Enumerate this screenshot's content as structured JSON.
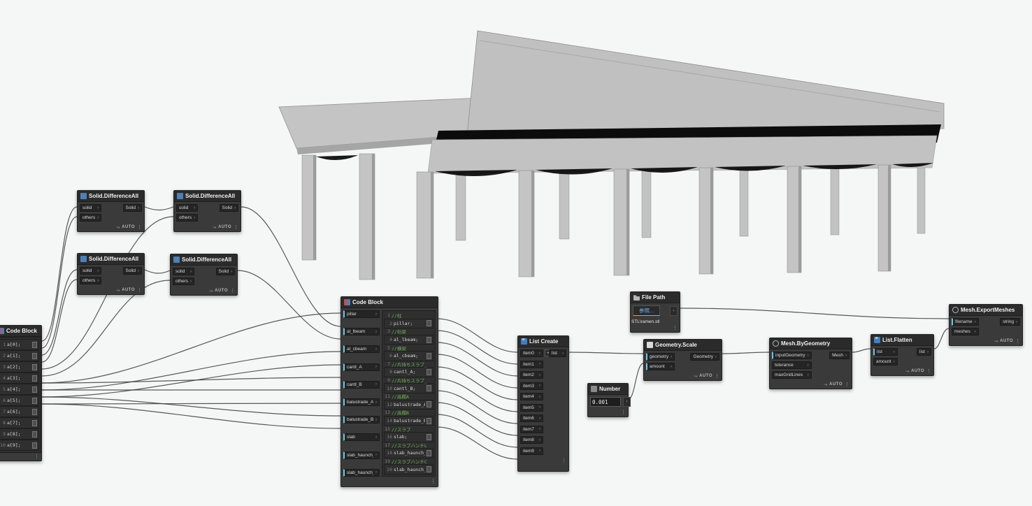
{
  "colors": {
    "canvas_bg": "#f5f6f6",
    "node_bg": "#3a3a3a",
    "node_header": "#2b2b2b",
    "wire": "#3c3c3c",
    "model_gray": "#c2c2c2",
    "accent_blue": "#6ec6e7",
    "comment_green": "#6fae5a"
  },
  "ui": {
    "port_arrow": "›",
    "kebab": "⋮",
    "plus": "+",
    "minus": "−",
    "lacing_icon": "↝"
  },
  "nodes": {
    "code_block_left": {
      "title": "Code Block",
      "lines": [
        {
          "n": "1",
          "text": "a[0];",
          "type": "code"
        },
        {
          "n": "2",
          "text": "a[1];",
          "type": "code"
        },
        {
          "n": "3",
          "text": "a[2];",
          "type": "code"
        },
        {
          "n": "4",
          "text": "a[3];",
          "type": "code"
        },
        {
          "n": "5",
          "text": "a[4];",
          "type": "code"
        },
        {
          "n": "6",
          "text": "a[5];",
          "type": "code"
        },
        {
          "n": "7",
          "text": "a[6];",
          "type": "code"
        },
        {
          "n": "8",
          "text": "a[7];",
          "type": "code"
        },
        {
          "n": "9",
          "text": "a[8];",
          "type": "code"
        },
        {
          "n": "10",
          "text": "a[9];",
          "type": "code"
        }
      ]
    },
    "solid_difference": {
      "title": "Solid.DifferenceAll",
      "inputs": [
        "solid",
        "others"
      ],
      "output": "Solid",
      "lacing": "AUTO"
    },
    "code_block_main": {
      "title": "Code Block",
      "inputs": [
        "pillar",
        "al_lbeam",
        "al_cbeam",
        "cantl_A",
        "cantl_B",
        "balustrade_A",
        "balustrade_B",
        "slab",
        "slab_haunch_L",
        "slab_haunch_C"
      ],
      "lines": [
        {
          "n": "1",
          "text": "//柱",
          "type": "comment"
        },
        {
          "n": "2",
          "text": "pillar;",
          "type": "code"
        },
        {
          "n": "3",
          "text": "//桁梁",
          "type": "comment"
        },
        {
          "n": "4",
          "text": "al_lbeam;",
          "type": "code"
        },
        {
          "n": "5",
          "text": "//横梁",
          "type": "comment"
        },
        {
          "n": "6",
          "text": "al_cbeam;",
          "type": "code"
        },
        {
          "n": "7",
          "text": "//片持ちスラブ_A",
          "type": "comment"
        },
        {
          "n": "8",
          "text": "cantl_A;",
          "type": "code"
        },
        {
          "n": "9",
          "text": "//片持ちスラブ_B",
          "type": "comment"
        },
        {
          "n": "10",
          "text": "cantl_B;",
          "type": "code"
        },
        {
          "n": "11",
          "text": "//高欄A",
          "type": "comment"
        },
        {
          "n": "12",
          "text": "balustrade_A;",
          "type": "code"
        },
        {
          "n": "13",
          "text": "//高欄B",
          "type": "comment"
        },
        {
          "n": "14",
          "text": "balustrade_B;",
          "type": "code"
        },
        {
          "n": "15",
          "text": "//スラブ",
          "type": "comment"
        },
        {
          "n": "16",
          "text": "slab;",
          "type": "code"
        },
        {
          "n": "17",
          "text": "//スラブハンチL",
          "type": "comment"
        },
        {
          "n": "18",
          "text": "slab_haunch_L;",
          "type": "code"
        },
        {
          "n": "19",
          "text": "//スラブハンチC",
          "type": "comment"
        },
        {
          "n": "20",
          "text": "slab_haunch_C;",
          "type": "code"
        }
      ]
    },
    "list_create": {
      "title": "List Create",
      "inputs": [
        "item0",
        "item1",
        "item2",
        "item3",
        "item4",
        "item5",
        "item6",
        "item7",
        "item8",
        "item9"
      ],
      "output": "list"
    },
    "number": {
      "title": "Number",
      "value": "0.001"
    },
    "file_path": {
      "title": "File Path",
      "browse_label": "参照...",
      "path": "STL\\ramen.stl"
    },
    "geometry_scale": {
      "title": "Geometry.Scale",
      "inputs": [
        "geometry",
        "amount"
      ],
      "output": "Geometry",
      "lacing": "AUTO"
    },
    "mesh_by_geometry": {
      "title": "Mesh.ByGeometry",
      "inputs": [
        "inputGeometry",
        "tolerance",
        "maxGridLines"
      ],
      "output": "Mesh",
      "lacing": "AUTO"
    },
    "list_flatten": {
      "title": "List.Flatten",
      "inputs": [
        "list",
        "amount"
      ],
      "output": "list",
      "lacing": "AUTO"
    },
    "mesh_export_meshes": {
      "title": "Mesh.ExportMeshes",
      "inputs": [
        "filename",
        "meshes"
      ],
      "output": "string",
      "lacing": "AUTO"
    }
  }
}
